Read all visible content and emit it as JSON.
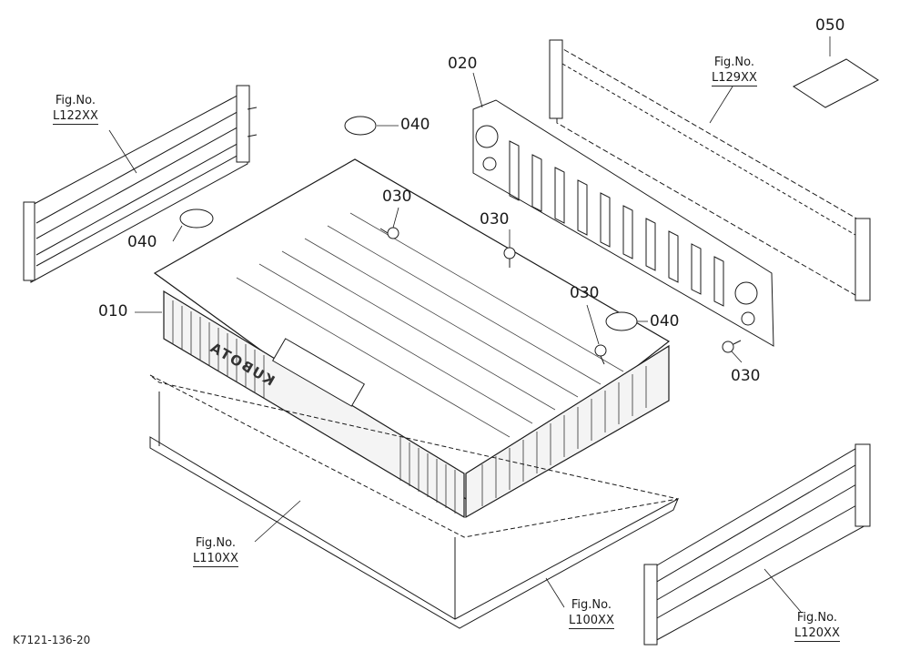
{
  "labels": {
    "p010": "010",
    "p020": "020",
    "p030_a": "030",
    "p030_b": "030",
    "p030_c": "030",
    "p030_d": "030",
    "p040_a": "040",
    "p040_b": "040",
    "p040_c": "040",
    "p050": "050"
  },
  "figrefs": {
    "l122": {
      "title": "Fig.No.",
      "code": "L122XX"
    },
    "l129": {
      "title": "Fig.No.",
      "code": "L129XX"
    },
    "l110": {
      "title": "Fig.No.",
      "code": "L110XX"
    },
    "l100": {
      "title": "Fig.No.",
      "code": "L100XX"
    },
    "l120": {
      "title": "Fig.No.",
      "code": "L120XX"
    }
  },
  "bed_brand": "KUBOTA",
  "doc_id": "K7121-136-20"
}
